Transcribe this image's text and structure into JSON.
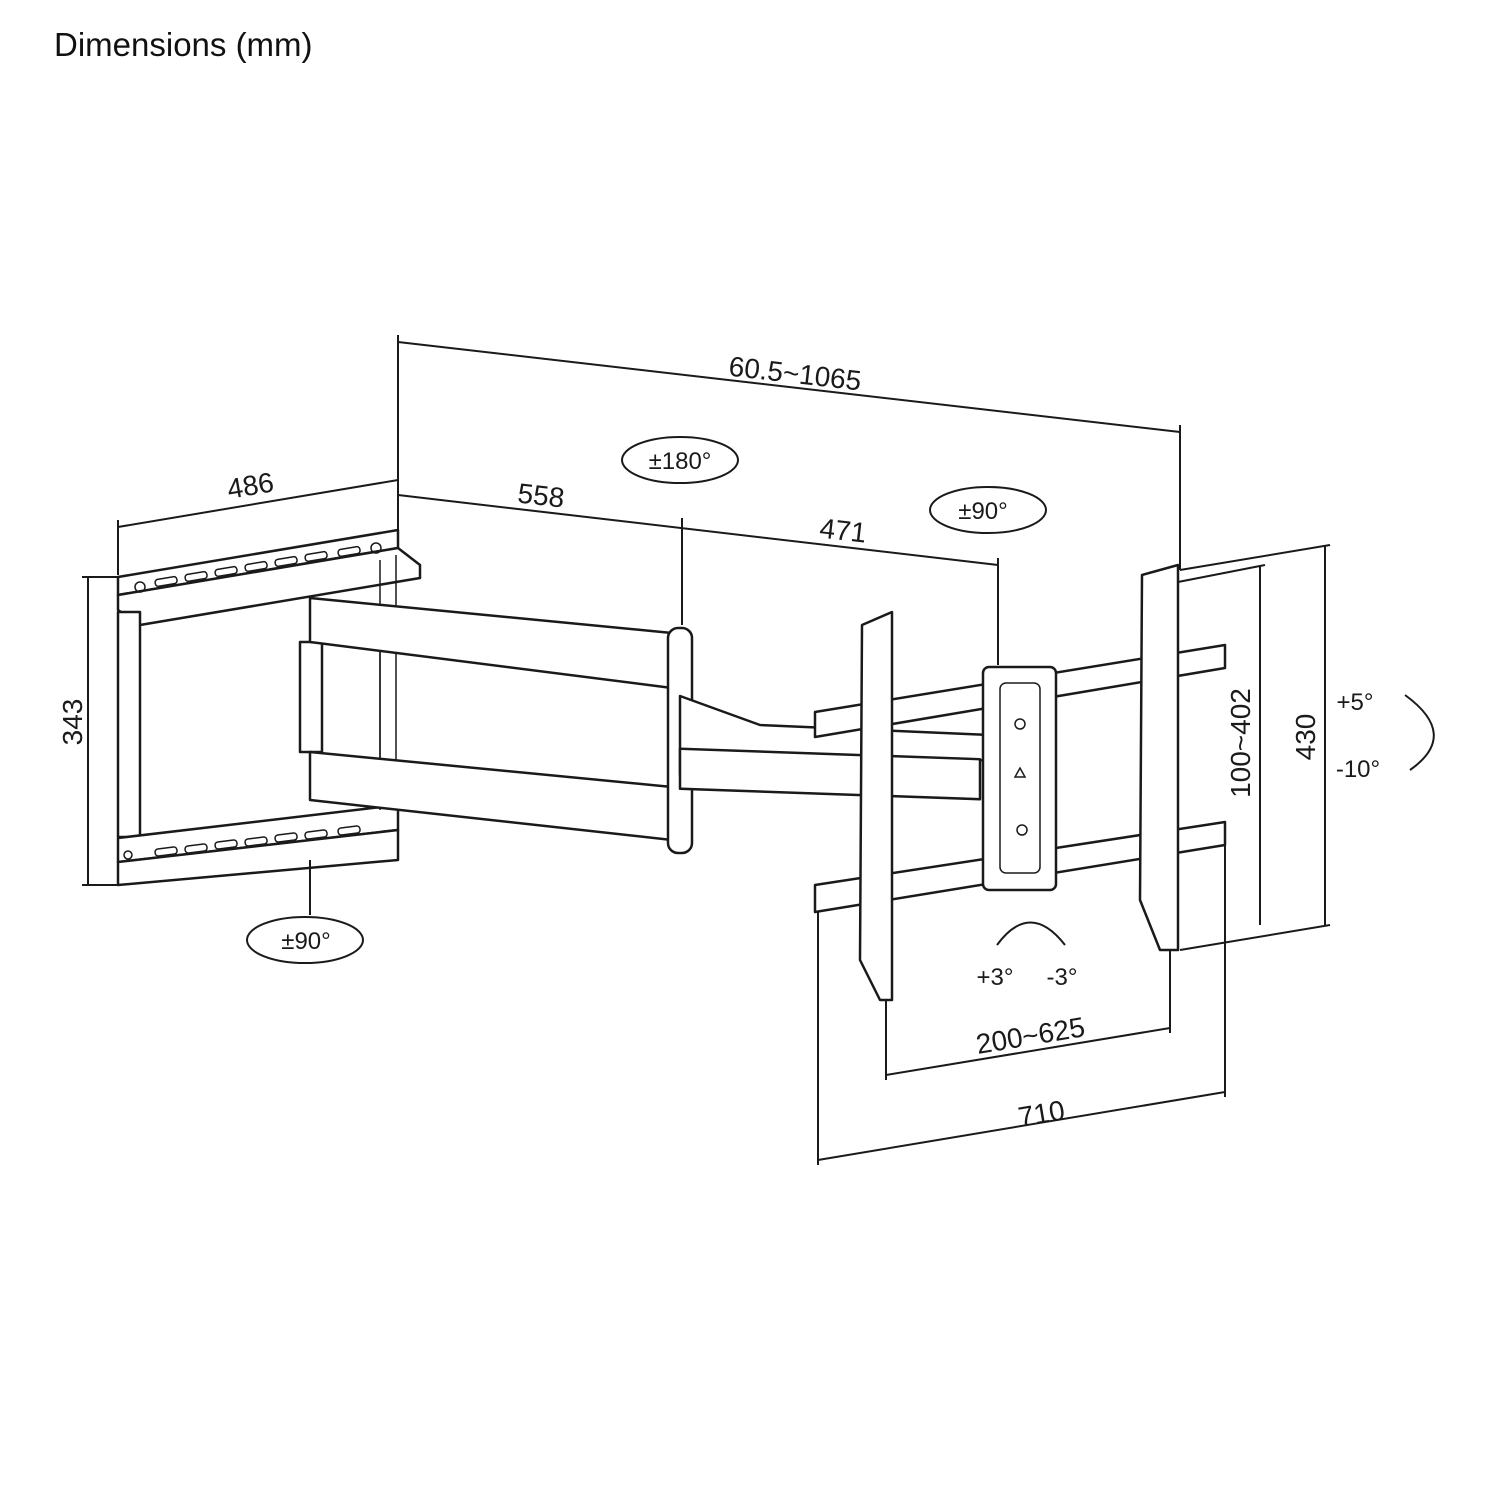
{
  "title": "Dimensions (mm)",
  "dimensions": {
    "total_extension": "60.5~1065",
    "wall_plate_width": "486",
    "arm_first": "558",
    "arm_second": "471",
    "wall_plate_height": "343",
    "tv_plate_height": "430",
    "vesa_vertical": "100~402",
    "vesa_horizontal": "200~625",
    "tv_plate_width": "710"
  },
  "rotations": {
    "arm_swivel": "±180°",
    "head_swivel": "±90°",
    "wall_swivel": "±90°",
    "tilt_up": "+5°",
    "tilt_down": "-10°",
    "level_plus": "+3°",
    "level_minus": "-3°"
  }
}
